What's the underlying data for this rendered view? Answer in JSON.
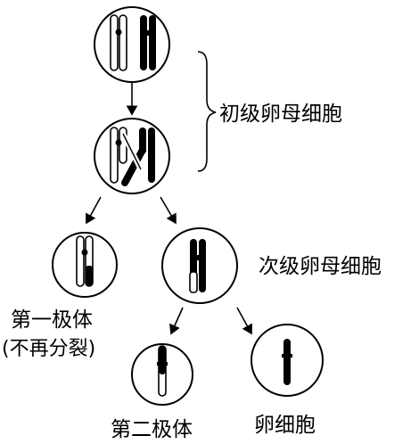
{
  "labels": {
    "primary_oocyte": "初级卵母细胞",
    "secondary_oocyte": "次级卵母细胞",
    "first_polar_body": "第一极体",
    "first_polar_body_note": "(不再分裂)",
    "second_polar_body": "第二极体",
    "egg_cell": "卵细胞"
  }
}
